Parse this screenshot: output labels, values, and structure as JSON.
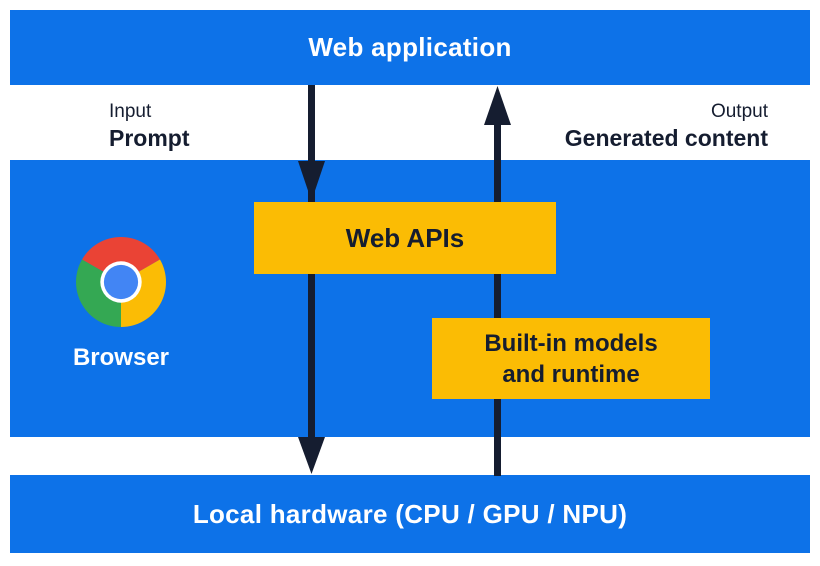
{
  "top_bar": {
    "label": "Web application"
  },
  "flow_labels": {
    "input": {
      "title": "Input",
      "value": "Prompt"
    },
    "output": {
      "title": "Output",
      "value": "Generated content"
    }
  },
  "browser_panel": {
    "browser_label": "Browser",
    "logo_icon": "chrome-logo-icon",
    "web_apis_box": {
      "label": "Web APIs"
    },
    "builtin_box": {
      "lines": [
        "Built-in models",
        "and runtime"
      ]
    }
  },
  "bottom_bar": {
    "label": "Local hardware (CPU / GPU / NPU)"
  },
  "arrows": [
    {
      "name": "input-flow-arrow",
      "direction": "down",
      "from": "Web application",
      "via": "Web APIs",
      "to": "Local hardware (CPU / GPU / NPU)"
    },
    {
      "name": "output-flow-arrow",
      "direction": "up",
      "from": "Local hardware (CPU / GPU / NPU)",
      "via": "Built-in models and runtime",
      "to": "Web application"
    }
  ],
  "colors": {
    "panel_blue": "#0D72E8",
    "accent_yellow": "#FBBC04",
    "ink_navy": "#151D30",
    "text_white": "#FFFFFF",
    "chrome_red": "#EA4335",
    "chrome_green": "#34A853",
    "chrome_yellow": "#FBBC05",
    "chrome_blue": "#4285F4",
    "chrome_ring_white": "#FFFFFF"
  }
}
